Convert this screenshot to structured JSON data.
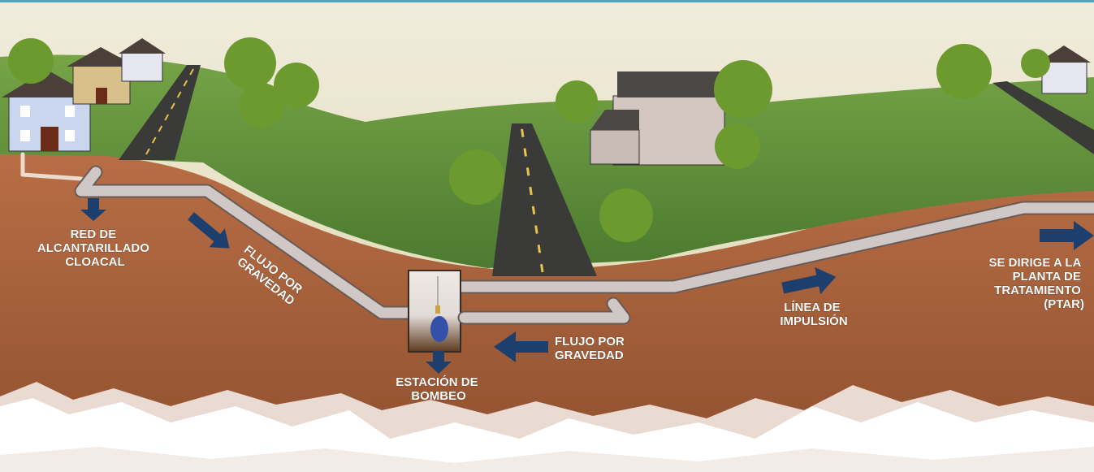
{
  "labels": {
    "sewer_network": [
      "RED DE",
      "ALCANTARILLADO",
      "CLOACAL"
    ],
    "gravity_flow_1": [
      "FLUJO POR",
      "GRAVEDAD"
    ],
    "pump_station": [
      "ESTACIÓN DE",
      "BOMBEO"
    ],
    "gravity_flow_2": [
      "FLUJO POR",
      "GRAVEDAD"
    ],
    "force_main": [
      "LÍNEA DE",
      "IMPULSIÓN"
    ],
    "to_plant": [
      "SE DIRIGE A LA",
      "PLANTA DE",
      "TRATAMIENTO",
      "(PTAR)"
    ]
  },
  "colors": {
    "arrow": "#1d3f6e",
    "soil": "#a9623c",
    "grass": "#5e8f3a",
    "pipe": "#c9c2c0"
  }
}
